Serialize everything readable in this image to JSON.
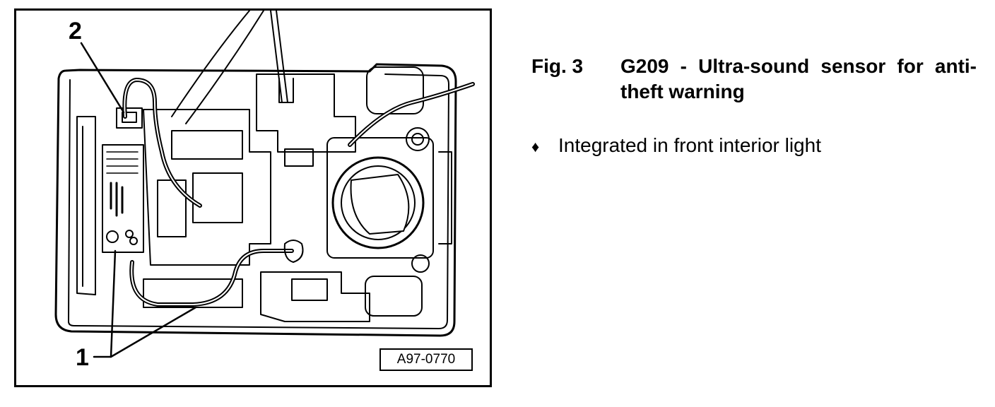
{
  "figure": {
    "callouts": [
      "1",
      "2"
    ],
    "code": "A97-0770"
  },
  "caption": {
    "fig_label": "Fig. 3",
    "title": "G209 - Ultra-sound sensor for anti-theft warning"
  },
  "bullets": [
    {
      "icon": "diamond-bullet-icon",
      "glyph": "♦",
      "text": "Integrated in front interior light"
    }
  ]
}
